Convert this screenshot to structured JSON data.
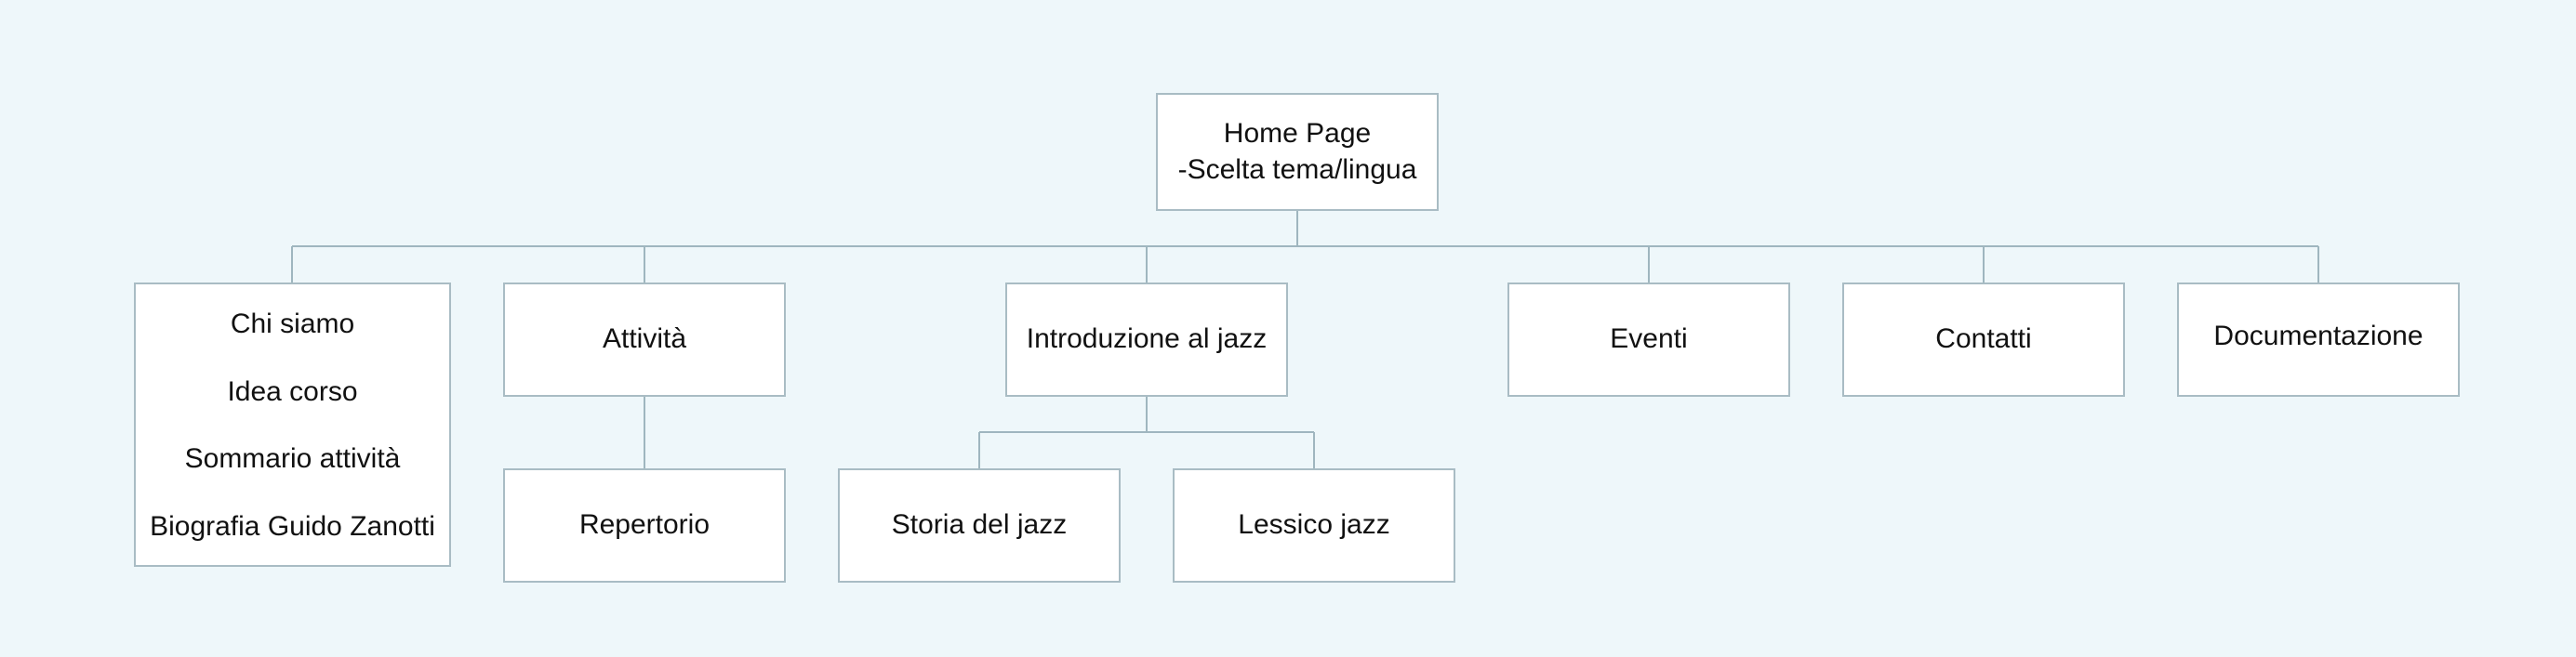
{
  "diagram": {
    "root": {
      "line1": "Home Page",
      "line2": "-Scelta tema/lingua"
    },
    "branches": {
      "chi_siamo": {
        "items": [
          "Chi siamo",
          "Idea corso",
          "Sommario attività",
          "Biografia Guido Zanotti"
        ]
      },
      "attivita": {
        "label": "Attività",
        "child": "Repertorio"
      },
      "introduzione": {
        "label": "Introduzione al jazz",
        "children": [
          "Storia del jazz",
          "Lessico jazz"
        ]
      },
      "eventi": {
        "label": "Eventi"
      },
      "contatti": {
        "label": "Contatti"
      },
      "documentazione": {
        "label": "Documentazione"
      }
    }
  },
  "colors": {
    "background": "#eef7fa",
    "node_fill": "#ffffff",
    "node_border": "#a9bcc4",
    "connector": "#9fb6bf",
    "text": "#111111"
  }
}
